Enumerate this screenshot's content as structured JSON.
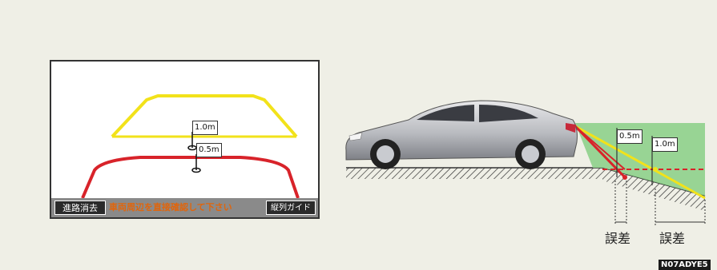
{
  "camera_display": {
    "clear_path_button": "進路消去",
    "warning_text": "車両周辺を直接確認して下さい",
    "parallel_guide_button": "縦列ガイド",
    "flag_far": "1.0m",
    "flag_near": "0.5m",
    "colors": {
      "far_line": "#f2e21a",
      "near_line": "#d8232a"
    }
  },
  "side_view": {
    "flag_a": "0.5m",
    "flag_b": "1.0m",
    "error_label_1": "誤差",
    "error_label_2": "誤差",
    "colors": {
      "slope_zone": "#8ed08b",
      "red_line": "#d8232a",
      "yellow_line": "#f2e21a"
    }
  },
  "figure_code": "N07ADYE5"
}
